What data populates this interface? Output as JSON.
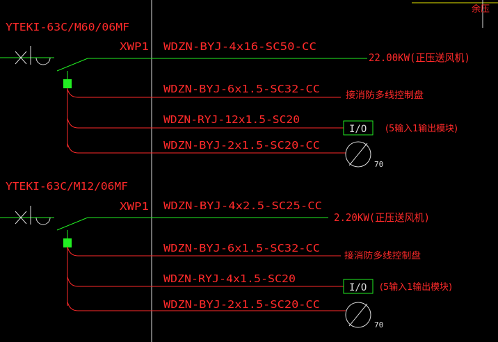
{
  "colors": {
    "background": "#000000",
    "red": "#ff2a2a",
    "green": "#22ee22",
    "white": "#dddddd",
    "yellow": "#e8e800"
  },
  "corner_text": "余压",
  "sections": [
    {
      "breaker": "YTEKI-63C/M60/06MF",
      "tag": "XWP1",
      "main_cable": "WDZN-BYJ-4x16-SC50-CC",
      "load": "22.00KW(正压送风机)",
      "branches": [
        {
          "cable": "WDZN-BYJ-6x1.5-SC32-CC",
          "target": "接消防多线控制盘"
        },
        {
          "cable": "WDZN-RYJ-12x1.5-SC20",
          "target": "(5输入1输出模块)",
          "module": "I/O"
        },
        {
          "cable": "WDZN-BYJ-2x1.5-SC20-CC",
          "target": "70"
        }
      ]
    },
    {
      "breaker": "YTEKI-63C/M12/06MF",
      "tag": "XWP1",
      "main_cable": "WDZN-BYJ-4x2.5-SC25-CC",
      "load": "2.20KW(正压送风机)",
      "branches": [
        {
          "cable": "WDZN-BYJ-6x1.5-SC32-CC",
          "target": "接消防多线控制盘"
        },
        {
          "cable": "WDZN-RYJ-4x1.5-SC20",
          "target": "(5输入1输出模块)",
          "module": "I/O"
        },
        {
          "cable": "WDZN-BYJ-2x1.5-SC20-CC",
          "target": "70"
        }
      ]
    }
  ]
}
